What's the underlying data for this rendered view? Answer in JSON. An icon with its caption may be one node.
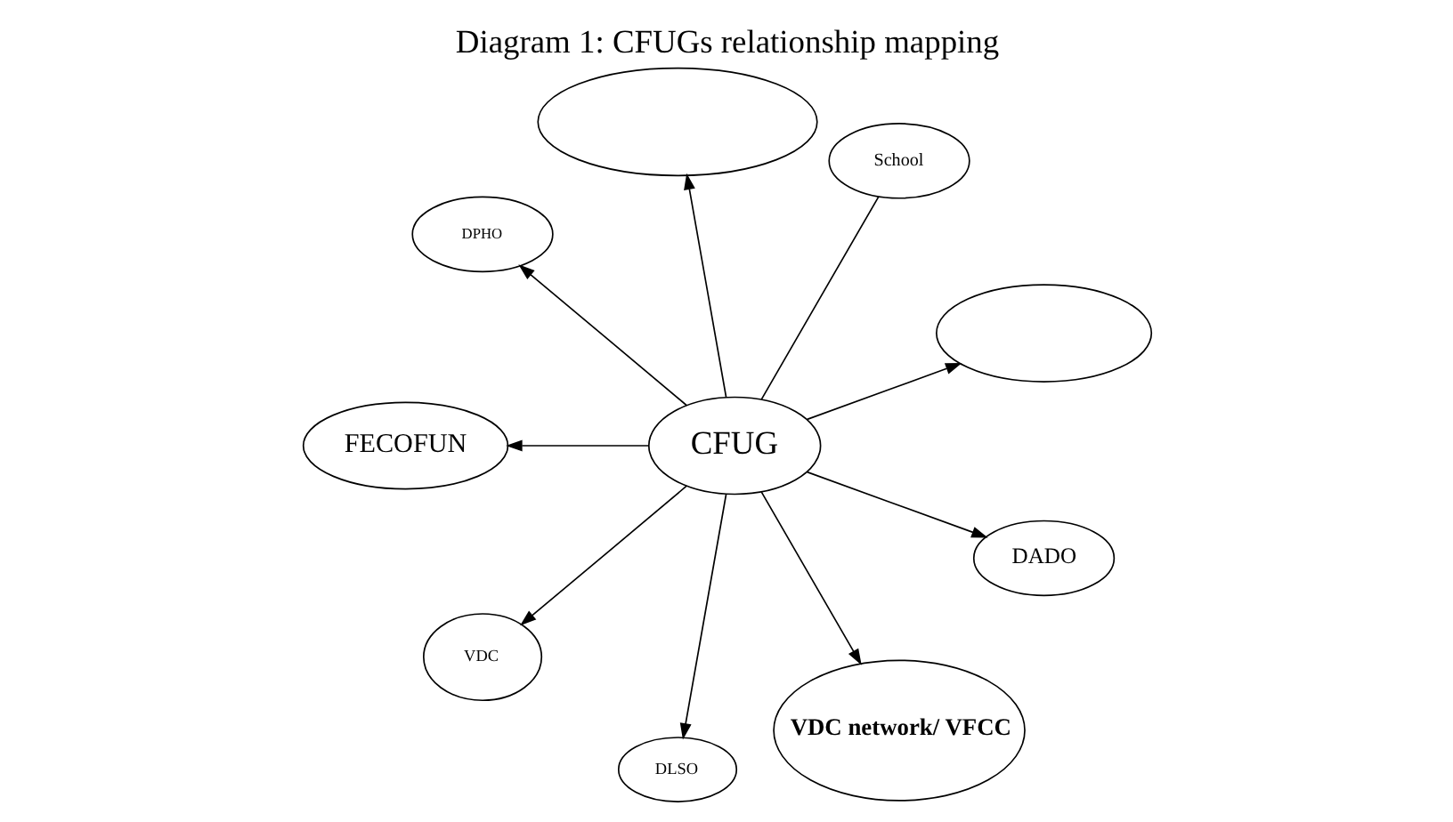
{
  "diagram": {
    "title": "Diagram 1: CFUGs relationship mapping",
    "nodes": [
      {
        "text": [],
        "shape": "ellipse"
      },
      {
        "text": [
          "School"
        ]
      },
      {
        "text": [],
        "shape": "ellipse"
      },
      {
        "text": [
          "DPHO"
        ]
      },
      {
        "text": [
          "FECOFUN"
        ]
      },
      {
        "text": [
          "CFUG"
        ]
      },
      {
        "text": [
          "VDC"
        ]
      },
      {
        "text": [
          "DLSO"
        ]
      },
      {
        "text": [
          "VDC network/ VFCC"
        ]
      },
      {
        "text": [
          "DADO"
        ]
      }
    ],
    "edges": [
      {
        "from": 5,
        "to": 0,
        "arrow": "to"
      },
      {
        "from": 5,
        "to": 2,
        "arrow": "to"
      },
      {
        "from": 5,
        "to": 1,
        "arrow": "none"
      },
      {
        "from": 5,
        "to": 3,
        "arrow": "to"
      },
      {
        "from": 5,
        "to": 4,
        "arrow": "to"
      },
      {
        "from": 5,
        "to": 6,
        "arrow": "to"
      },
      {
        "from": 5,
        "to": 8,
        "arrow": "to"
      },
      {
        "from": 5,
        "to": 9,
        "arrow": "to"
      },
      {
        "from": 5,
        "to": 7,
        "arrow": "to"
      }
    ]
  }
}
